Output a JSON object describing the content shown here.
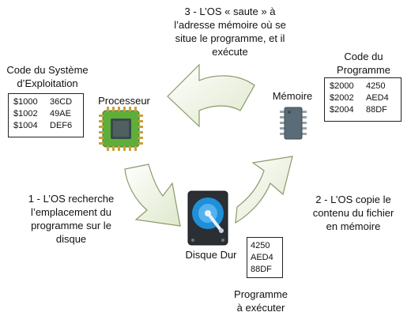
{
  "steps": {
    "step3": [
      "3 - L’OS « saute » à",
      "l’adresse mémoire où se",
      "situe le programme, et il",
      "exécute"
    ],
    "step1": [
      "1 - L’OS recherche",
      "l’emplacement du",
      "programme sur le",
      "disque"
    ],
    "step2": [
      "2 - L’OS copie le",
      "contenu du fichier",
      "en mémoire"
    ]
  },
  "components": {
    "processor_label": "Processeur",
    "memory_label": "Mémoire",
    "disk_label": "Disque Dur"
  },
  "os_code": {
    "title": [
      "Code du Système",
      "d’Exploitation"
    ],
    "rows": [
      {
        "addr": "$1000",
        "val": "36CD"
      },
      {
        "addr": "$1002",
        "val": "49AE"
      },
      {
        "addr": "$1004",
        "val": "DEF6"
      }
    ]
  },
  "program_code": {
    "title": [
      "Code du",
      "Programme"
    ],
    "rows": [
      {
        "addr": "$2000",
        "val": "4250"
      },
      {
        "addr": "$2002",
        "val": "AED4"
      },
      {
        "addr": "$2004",
        "val": "88DF"
      }
    ]
  },
  "disk_file": {
    "lines": [
      "4250",
      "AED4",
      "88DF"
    ],
    "caption": [
      "Programme",
      "à exécuter"
    ]
  },
  "colors": {
    "arrow_fill": "#eef3e3",
    "arrow_stroke": "#8a9a6a",
    "chip_green": "#5fae3a",
    "chip_core": "#3a4a4a",
    "pin": "#c8a040",
    "memory_chip": "#5a6c78",
    "disk_blue": "#1f8fd8"
  }
}
